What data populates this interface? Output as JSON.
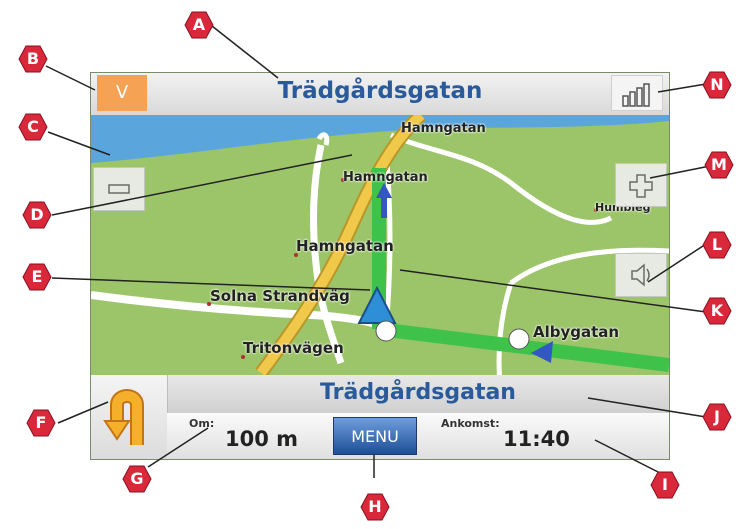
{
  "header": {
    "street_name": "Trädgårdsgatan",
    "view_button": "V"
  },
  "map": {
    "labels": {
      "hamngatan_1": "Hamngatan",
      "hamngatan_2": "Hamngatan",
      "hamngatan_3": "Hamngatan",
      "solna": "Solna Strandväg",
      "triton": "Tritonvägen",
      "albygatan": "Albygatan",
      "humbleg": "Humbleg"
    }
  },
  "footer": {
    "next_street": "Trädgårdsgatan",
    "distance_label": "Om:",
    "distance_value": "100 m",
    "menu_label": "MENU",
    "arrival_label": "Ankomst:",
    "arrival_value": "11:40"
  },
  "callouts": {
    "A": "A",
    "B": "B",
    "C": "C",
    "D": "D",
    "E": "E",
    "F": "F",
    "G": "G",
    "H": "H",
    "I": "I",
    "J": "J",
    "K": "K",
    "L": "L",
    "M": "M",
    "N": "N"
  },
  "colors": {
    "callout": "#d8283a",
    "street_text": "#2a5a9a",
    "route": "#3fc24a",
    "map_bg": "#9cc56a",
    "water": "#5aa6dc",
    "main_road": "#f0c84a"
  }
}
